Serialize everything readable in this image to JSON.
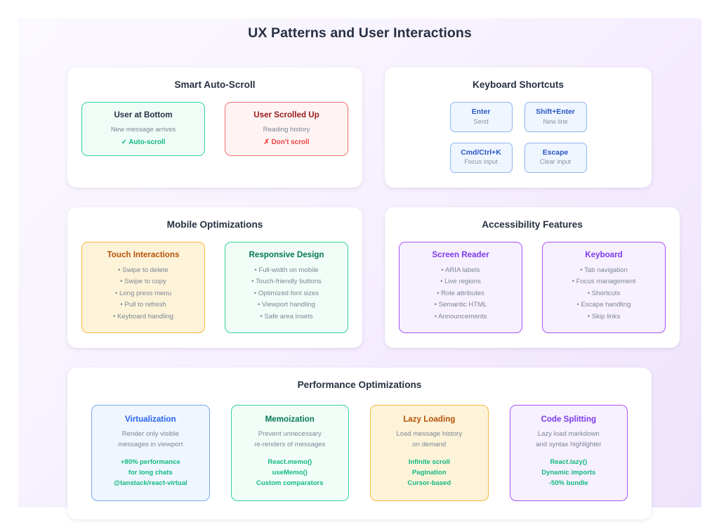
{
  "page": {
    "title": "UX Patterns and User Interactions",
    "background_gradient_from": "#fbf8ff",
    "background_gradient_to": "#ede3fc"
  },
  "panels": {
    "auto_scroll": {
      "title": "Smart Auto-Scroll",
      "cards": [
        {
          "title": "User at Bottom",
          "subtitle": "New message arrives",
          "status": "✓ Auto-scroll",
          "accent": "#34d399",
          "variant": "v-green"
        },
        {
          "title": "User Scrolled Up",
          "subtitle": "Reading history",
          "status": "✗ Don't scroll",
          "accent": "#f87171",
          "variant": "v-red"
        }
      ]
    },
    "keyboard_shortcuts": {
      "title": "Keyboard Shortcuts",
      "accent": "#2a56c6",
      "keys": [
        {
          "label": "Enter",
          "action": "Send"
        },
        {
          "label": "Shift+Enter",
          "action": "New line"
        },
        {
          "label": "Cmd/Ctrl+K",
          "action": "Focus input"
        },
        {
          "label": "Escape",
          "action": "Clear input"
        }
      ]
    },
    "mobile": {
      "title": "Mobile Optimizations",
      "cards": [
        {
          "title": "Touch Interactions",
          "accent": "#f5b942",
          "variant": "v-amber",
          "items": [
            "• Swipe to delete",
            "• Swipe to copy",
            "• Long press menu",
            "• Pull to refresh",
            "• Keyboard handling"
          ]
        },
        {
          "title": "Responsive Design",
          "accent": "#34d399",
          "variant": "v-mint",
          "items": [
            "• Full-width on mobile",
            "• Touch-friendly buttons",
            "• Optimized font sizes",
            "• Viewport handling",
            "• Safe area insets"
          ]
        }
      ]
    },
    "accessibility": {
      "title": "Accessibility Features",
      "cards": [
        {
          "title": "Screen Reader",
          "accent": "#a855f7",
          "variant": "v-purple",
          "items": [
            "• ARIA labels",
            "• Live regions",
            "• Role attributes",
            "• Semantic HTML",
            "• Announcements"
          ]
        },
        {
          "title": "Keyboard",
          "accent": "#a855f7",
          "variant": "v-purple",
          "items": [
            "• Tab navigation",
            "• Focus management",
            "• Shortcuts",
            "• Escape handling",
            "• Skip links"
          ]
        }
      ]
    },
    "performance": {
      "title": "Performance Optimizations",
      "cards": [
        {
          "title": "Virtualization",
          "accent": "#7aa7f0",
          "variant": "v-blue",
          "description": "Render only visible\nmessages in viewport",
          "metrics": "+80% performance\nfor long chats\n@tanstack/react-virtual"
        },
        {
          "title": "Memoization",
          "accent": "#34d399",
          "variant": "v-mint",
          "description": "Prevent unnecessary\nre-renders of messages",
          "metrics": "React.memo()\nuseMemo()\nCustom comparators"
        },
        {
          "title": "Lazy Loading",
          "accent": "#f5b942",
          "variant": "v-amber",
          "description": "Load message history\non demand",
          "metrics": "Infinite scroll\nPagination\nCursor-based"
        },
        {
          "title": "Code Splitting",
          "accent": "#a855f7",
          "variant": "v-purple",
          "description": "Lazy load markdown\nand syntax highlighter",
          "metrics": "React.lazy()\nDynamic imports\n-50% bundle"
        }
      ]
    }
  }
}
